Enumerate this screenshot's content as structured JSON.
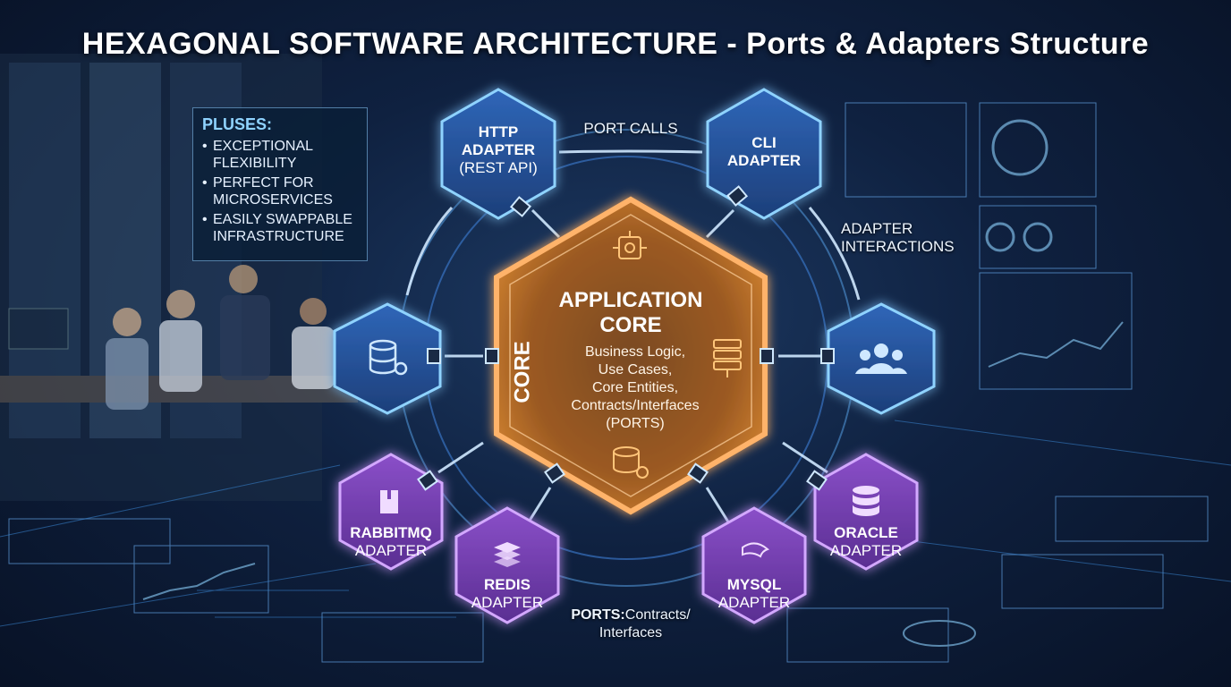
{
  "title": "HEXAGONAL SOFTWARE ARCHITECTURE - Ports & Adapters Structure",
  "pluses": {
    "heading": "PLUSES:",
    "items": [
      "EXCEPTIONAL FLEXIBILITY",
      "PERFECT FOR MICROSERVICES",
      "EASILY SWAPPABLE INFRASTRUCTURE"
    ]
  },
  "labels": {
    "port_calls": "PORT CALLS",
    "adapter_interactions_1": "ADAPTER",
    "adapter_interactions_2": "INTERACTIONS",
    "ports_bold": "PORTS:",
    "ports_rest1": "Contracts/",
    "ports_rest2": "Interfaces"
  },
  "core": {
    "side": "CORE",
    "title1": "APPLICATION",
    "title2": "CORE",
    "desc": [
      "Business Logic,",
      "Use Cases,",
      "Core Entities,",
      "Contracts/Interfaces",
      "(PORTS)"
    ]
  },
  "adapters": {
    "http": {
      "line1": "HTTP",
      "line2": "ADAPTER",
      "line3": "(REST API)"
    },
    "cli": {
      "line1": "CLI",
      "line2": "ADAPTER"
    },
    "rabbitmq": {
      "line1": "RABBITMQ",
      "line2": "ADAPTER"
    },
    "redis": {
      "line1": "REDIS",
      "line2": "ADAPTER"
    },
    "mysql": {
      "line1": "MYSQL",
      "line2": "ADAPTER"
    },
    "oracle": {
      "line1": "ORACLE",
      "line2": "ADAPTER"
    }
  },
  "colors": {
    "core_orange": "#f39a3c",
    "blue_adapter": "#3f7fd6",
    "purple_adapter": "#9b5bd6",
    "glow": "#7fd4ff"
  }
}
